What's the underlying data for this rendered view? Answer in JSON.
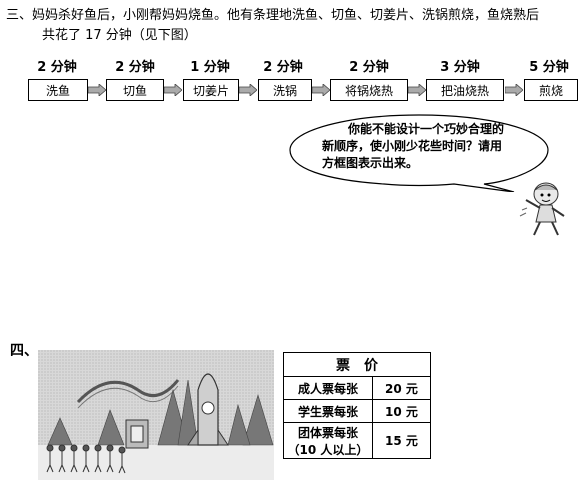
{
  "q3": {
    "line1": "三、妈妈杀好鱼后，小刚帮妈妈烧鱼。他有条理地洗鱼、切鱼、切姜片、洗锅煎烧，鱼烧熟后",
    "line2": "共花了 17 分钟（见下图）",
    "steps": [
      {
        "time": "2 分钟",
        "label": "洗鱼"
      },
      {
        "time": "2 分钟",
        "label": "切鱼"
      },
      {
        "time": "1 分钟",
        "label": "切姜片"
      },
      {
        "time": "2 分钟",
        "label": "洗锅"
      },
      {
        "time": "2 分钟",
        "label": "将锅烧热"
      },
      {
        "time": "3 分钟",
        "label": "把油烧热"
      },
      {
        "time": "5 分钟",
        "label": "煎烧"
      }
    ],
    "bubble": {
      "line1": "你能不能设计一个巧妙合理的",
      "line2": "新顺序，使小刚少花些时间？请用",
      "line3": "方框图表示出来。"
    }
  },
  "q4": {
    "label": "四、",
    "table": {
      "header": "票　价",
      "rows": [
        {
          "type": "成人票每张",
          "price": "20 元"
        },
        {
          "type": "学生票每张",
          "price": "10 元"
        },
        {
          "type": "团体票每张",
          "note": "（10 人以上）",
          "price": "15 元"
        }
      ]
    }
  }
}
